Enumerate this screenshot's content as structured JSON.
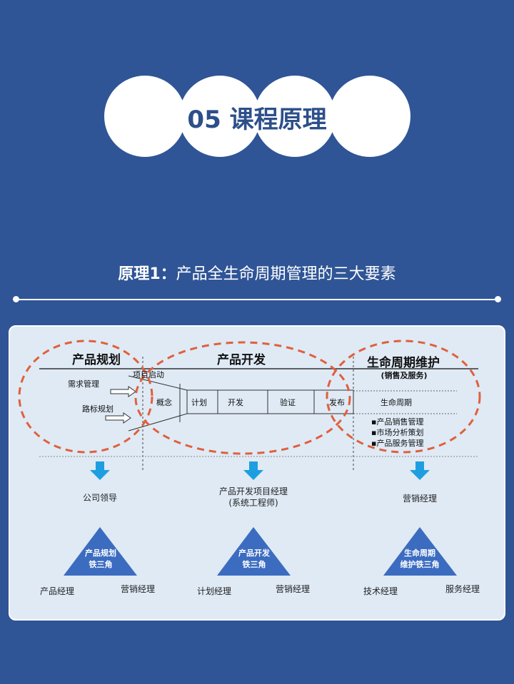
{
  "header": {
    "number": "05",
    "title": "课程原理"
  },
  "subtitle": {
    "label": "原理1：",
    "text": "产品全生命周期管理的三大要素"
  },
  "diagram": {
    "phases": [
      "产品规划",
      "产品开发",
      "生命周期维护"
    ],
    "phase_note": "(销售及服务)",
    "project_start": "项目启动",
    "inputs": [
      "需求管理",
      "路标规划"
    ],
    "stages": [
      "概念",
      "计划",
      "开发",
      "验证",
      "发布"
    ],
    "lifecycle": "生命周期",
    "bullets": [
      "▪产品销售管理",
      "▪市场分析策划",
      "▪产品服务管理"
    ],
    "leaders": [
      "公司领导",
      "产品开发项目经理",
      "(系统工程师)",
      "营销经理"
    ],
    "triangles": [
      {
        "line1": "产品规划",
        "line2": "铁三角",
        "left": "产品经理",
        "right": "营销经理"
      },
      {
        "line1": "产品开发",
        "line2": "铁三角",
        "left": "计划经理",
        "right": "营销经理"
      },
      {
        "line1": "生命周期",
        "line2": "维护铁三角",
        "left": "技术经理",
        "right": "服务经理"
      }
    ]
  },
  "colors": {
    "background": "#2f5596",
    "accent_red": "#e0603c",
    "arrow_blue": "#1e9ee0",
    "triangle": "#3b6cc0"
  }
}
